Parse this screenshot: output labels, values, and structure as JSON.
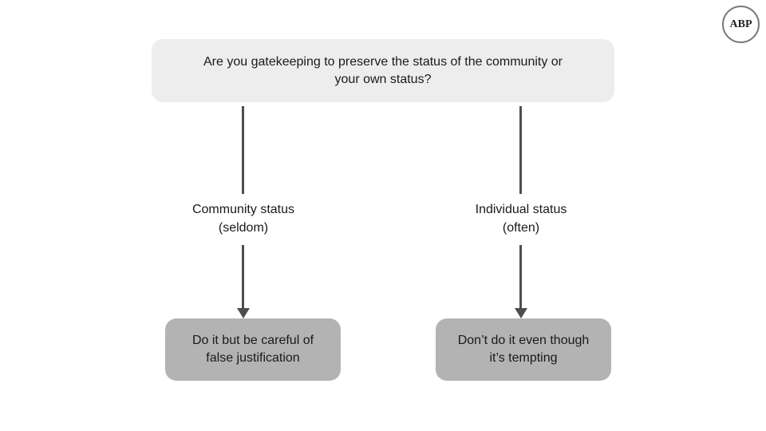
{
  "badge": {
    "label": "ABP"
  },
  "flowchart": {
    "question": {
      "lines": [
        "Are you gatekeeping to preserve the status of the community or",
        "your own status?"
      ]
    },
    "branches": [
      {
        "label_lines": [
          "Community status",
          "(seldom)"
        ],
        "outcome_lines": [
          "Do it but be careful of",
          "false justification"
        ]
      },
      {
        "label_lines": [
          "Individual status",
          "(often)"
        ],
        "outcome_lines": [
          "Don’t do it even though",
          "it’s tempting"
        ]
      }
    ],
    "colors": {
      "question_box_bg": "#ededed",
      "outcome_box_bg": "#b3b3b3",
      "arrow": "#4d4d4d",
      "text": "#1a1a1a",
      "background": "#ffffff"
    }
  }
}
